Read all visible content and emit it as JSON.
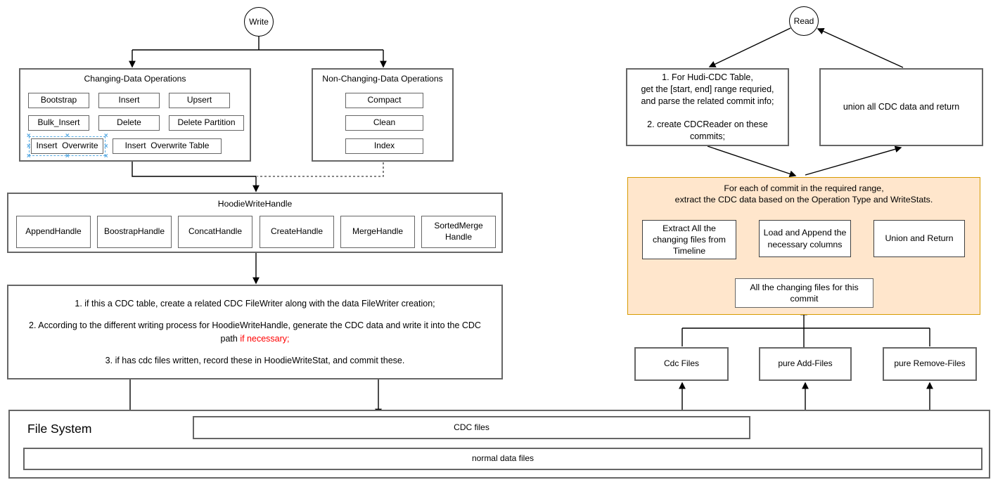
{
  "write_flow": {
    "entry_label": "Write",
    "changing_ops": {
      "title": "Changing-Data Operations",
      "ops": [
        "Bootstrap",
        "Insert",
        "Upsert",
        "Bulk_Insert",
        "Delete",
        "Delete Partition",
        "Insert  Overwrite",
        "Insert  Overwrite Table"
      ]
    },
    "non_changing_ops": {
      "title": "Non-Changing-Data Operations",
      "ops": [
        "Compact",
        "Clean",
        "Index"
      ]
    },
    "write_handle": {
      "title": "HoodieWriteHandle",
      "handles": [
        "AppendHandle",
        "BoostrapHandle",
        "ConcatHandle",
        "CreateHandle",
        "MergeHandle",
        "SortedMerge\nHandle"
      ]
    },
    "steps": {
      "step1": "1. if this a CDC table, create a related CDC FileWriter along with the data FileWriter creation;",
      "step2_prefix": "2. According to the different writing process for HoodieWriteHandle, generate the CDC data and write it into the CDC\npath ",
      "step2_highlight": "if necessary;",
      "step3": "3. if has cdc files written, record these in HoodieWriteStat, and commit these."
    }
  },
  "read_flow": {
    "entry_label": "Read",
    "prepare_text": "1. For Hudi-CDC Table,\nget the [start, end] range requried,\nand parse the related commit info;\n\n2. create CDCReader on these\ncommits;",
    "union_text": "union all CDC data and return",
    "per_commit": {
      "title": "For each of commit in the required range,\nextract the CDC data based on the Operation Type and WriteStats.",
      "extract_label": "Extract All the\nchanging files from\nTimeline",
      "load_label": "Load and Append the\nnecessary columns",
      "union_label": "Union and Return",
      "changing_files_label": "All the changing files for this\ncommit"
    },
    "file_groups": [
      "Cdc Files",
      "pure Add-Files",
      "pure Remove-Files"
    ]
  },
  "file_system": {
    "title": "File System",
    "cdc_files_label": "CDC files",
    "normal_files_label": "normal data files"
  },
  "colors": {
    "highlight_text": "#ff0000",
    "per_commit_fill": "#ffe6cc",
    "per_commit_border": "#d79b00",
    "selection": "#55a9e2",
    "box_border": "#666666",
    "line": "#000000"
  }
}
